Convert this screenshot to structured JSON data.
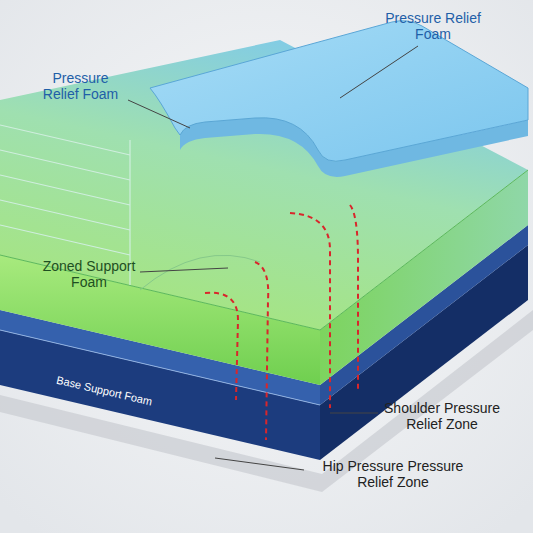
{
  "diagram": {
    "labels": [
      "Pressure Relief Foam",
      "Pressure Relief Foam",
      "Zoned Support Foam",
      "Base Support Foam",
      "Shoulder Pressure Relief Zone",
      "Hip Pressure Pressure Relief Zone"
    ]
  }
}
